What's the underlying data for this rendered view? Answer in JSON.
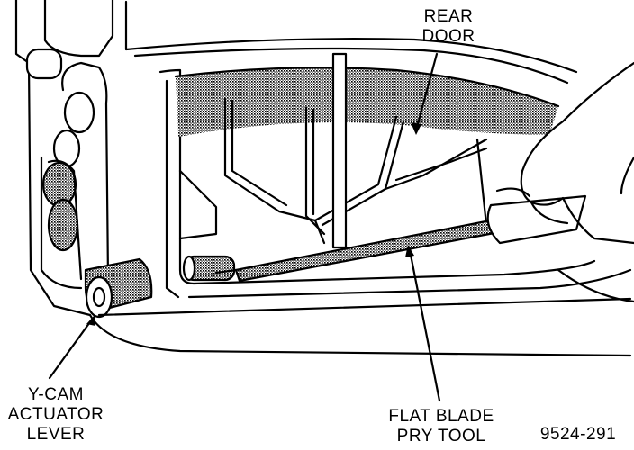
{
  "labels": {
    "rear_door": [
      "REAR",
      "DOOR"
    ],
    "y_cam": [
      "Y-CAM",
      "ACTUATOR",
      "LEVER"
    ],
    "flat_blade": [
      "FLAT BLADE",
      "PRY TOOL"
    ],
    "figure_number": "9524-291"
  },
  "colors": {
    "ink": "#000000",
    "paper": "#ffffff",
    "shading": "#9a9a9a"
  }
}
